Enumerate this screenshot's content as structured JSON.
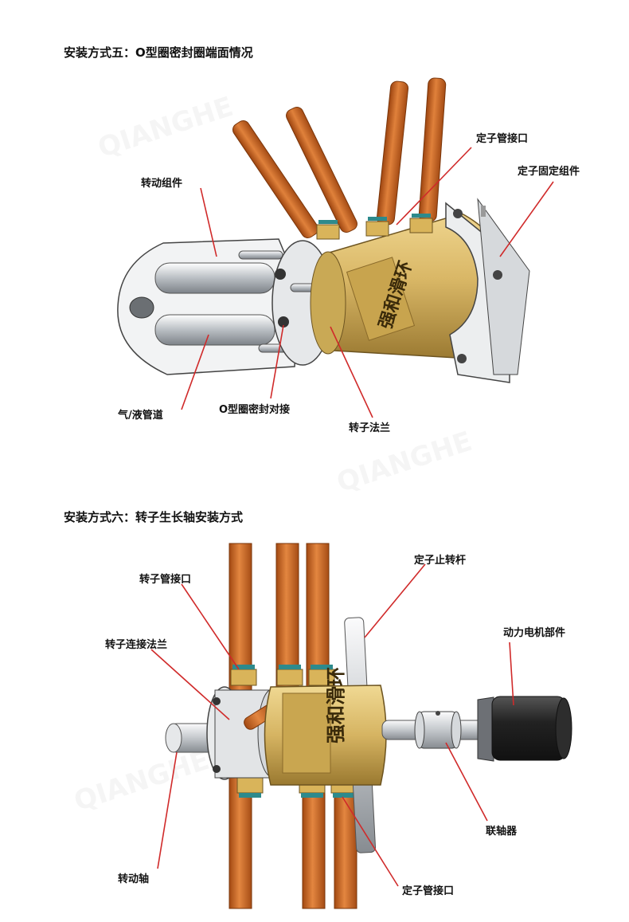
{
  "section1": {
    "title": "安装方式五：O型圈密封圈端面情况",
    "labels": {
      "stator_pipe_port": "定子管接口",
      "stator_fixing_assembly": "定子固定组件",
      "rotating_assembly": "转动组件",
      "gas_liquid_channel": "气/液管道",
      "o_ring_docking": "O型圈密封对接",
      "rotor_flange": "转子法兰"
    },
    "brand": "强和滑环"
  },
  "section2": {
    "title": "安装方式六：转子生长轴安装方式",
    "labels": {
      "rotor_pipe_port": "转子管接口",
      "stator_stop_rod": "定子止转杆",
      "rotor_connect_flange": "转子连接法兰",
      "motor_unit": "动力电机部件",
      "coupling": "联轴器",
      "rotating_shaft": "转动轴",
      "stator_pipe_port": "定子管接口"
    },
    "brand": "强和滑环"
  },
  "colors": {
    "copper": "#c8621e",
    "brass": "#d4b15a",
    "leader": "#d02a2a",
    "steel": "#c9cdd2"
  }
}
